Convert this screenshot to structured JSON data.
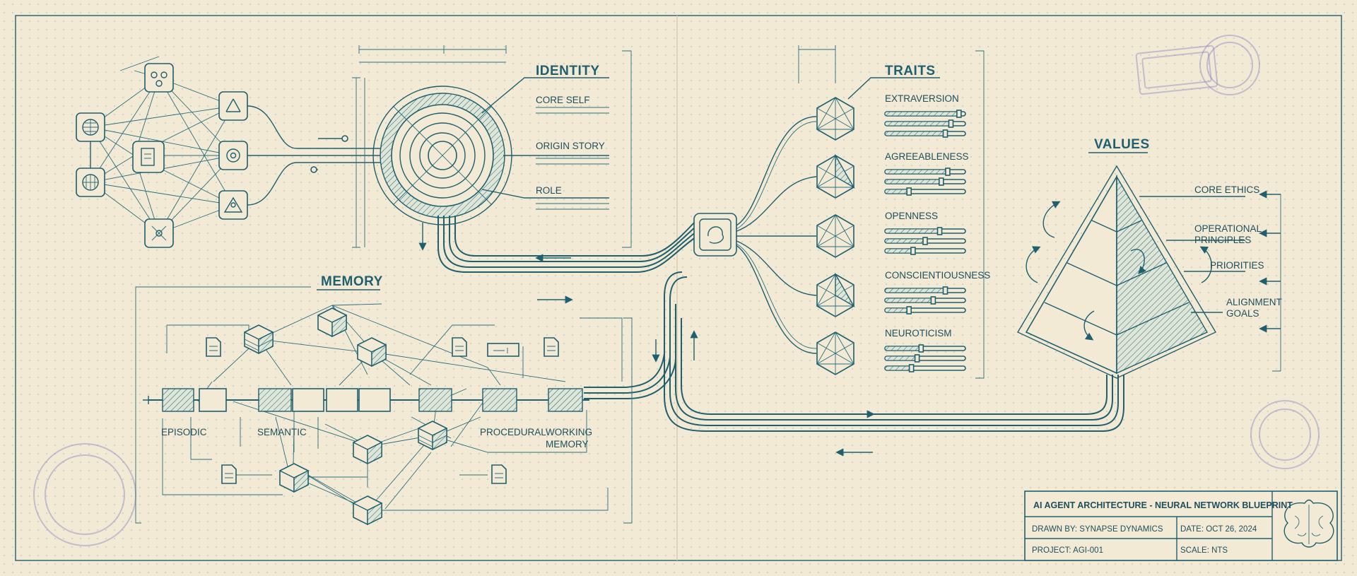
{
  "identity": {
    "title": "IDENTITY",
    "items": [
      "CORE SELF",
      "ORIGIN STORY",
      "ROLE"
    ]
  },
  "traits": {
    "title": "TRAITS",
    "items": [
      {
        "label": "EXTRAVERSION",
        "levels": [
          0.92,
          0.82,
          0.75
        ]
      },
      {
        "label": "AGREEABLENESS",
        "levels": [
          0.78,
          0.7,
          0.3
        ]
      },
      {
        "label": "OPENNESS",
        "levels": [
          0.68,
          0.5,
          0.35
        ]
      },
      {
        "label": "CONSCIENTIOUSNESS",
        "levels": [
          0.75,
          0.6,
          0.3
        ]
      },
      {
        "label": "NEUROTICISM",
        "levels": [
          0.45,
          0.4,
          0.33
        ]
      }
    ]
  },
  "values": {
    "title": "VALUES",
    "items": [
      {
        "line1": "CORE ETHICS",
        "line2": ""
      },
      {
        "line1": "OPERATIONAL",
        "line2": "PRINCIPLES"
      },
      {
        "line1": "PRIORITIES",
        "line2": ""
      },
      {
        "line1": "ALIGNMENT",
        "line2": "GOALS"
      }
    ]
  },
  "memory": {
    "title": "MEMORY",
    "types": [
      {
        "line1": "EPISODIC",
        "line2": ""
      },
      {
        "line1": "SEMANTIC",
        "line2": ""
      },
      {
        "line1": "PROCEDURAL",
        "line2": ""
      },
      {
        "line1": "WORKING",
        "line2": "MEMORY"
      }
    ]
  },
  "title_block": {
    "title": "AI AGENT ARCHITECTURE - NEURAL NETWORK BLUEPRINT",
    "drawn_by": "DRAWN BY: SYNAPSE DYNAMICS",
    "date": "DATE: OCT 26, 2024",
    "project": "PROJECT: AGI-001",
    "scale": "SCALE: NTS"
  },
  "colors": {
    "paper": "#f3ead6",
    "ink": "#1f5f6e",
    "stamp": "#8a86c4"
  },
  "icons": {
    "network_nodes": [
      "globe-icon",
      "grid-globe-icon",
      "molecule-icon",
      "document-hub-icon",
      "hierarchy-icon",
      "gear-icon",
      "triangle-nodes-icon",
      "network-icon"
    ],
    "hub": "brain-hub-icon",
    "title_block_logo": "brain-icon"
  }
}
